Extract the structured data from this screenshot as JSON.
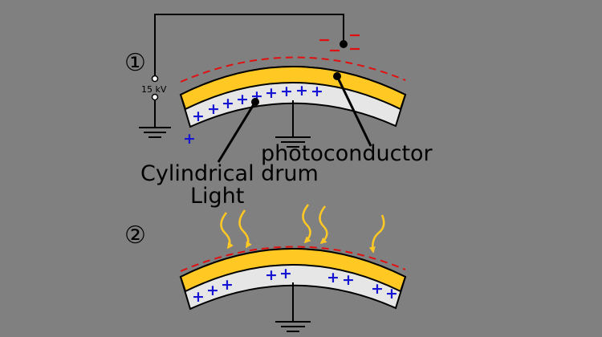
{
  "labels": {
    "step1": "①",
    "step2": "②",
    "voltage": "15 kV",
    "photoconductor": "photoconductor",
    "drum": "Cylindrical drum",
    "light": "Light"
  },
  "charges": {
    "positive": "+"
  },
  "colors": {
    "background": "#808080",
    "photoconductor": "#ffc822",
    "drum": "#e6e6e6",
    "negative_charge": "#e01010",
    "positive_charge": "#1414d2",
    "light": "#ffc822",
    "wire": "#000000"
  }
}
